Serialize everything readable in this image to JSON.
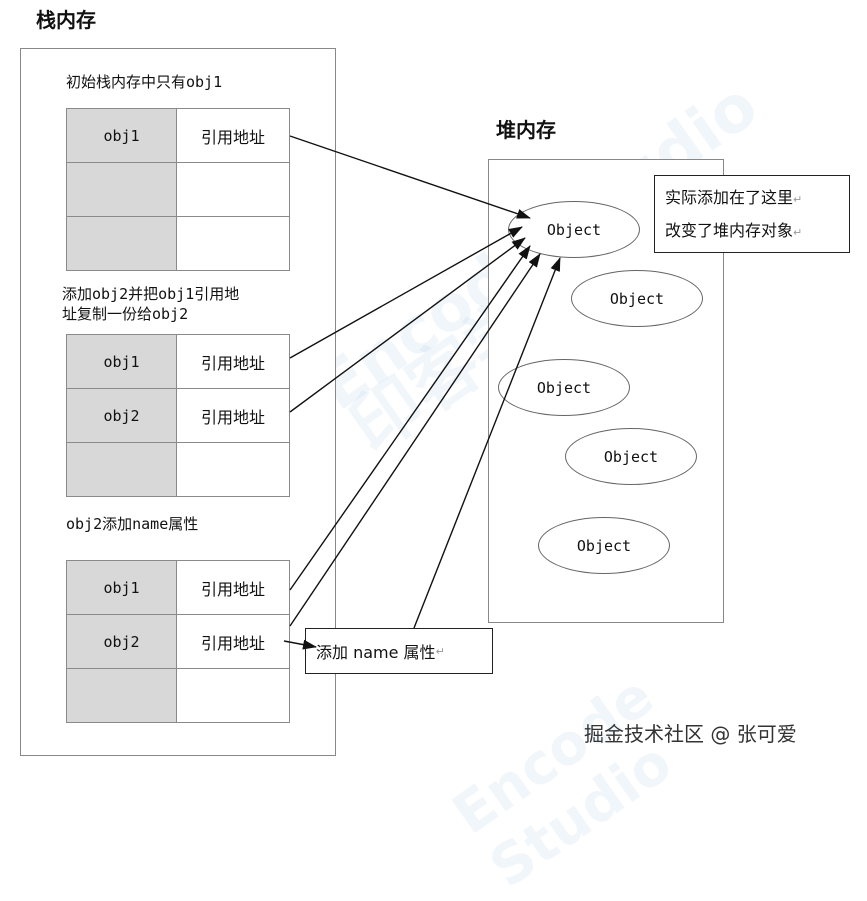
{
  "stack": {
    "title": "栈内存",
    "sections": [
      {
        "caption_lines": [
          "初始栈内存中只有obj1"
        ],
        "rows": [
          {
            "key": "obj1",
            "value": "引用地址"
          },
          {
            "key": "",
            "value": ""
          },
          {
            "key": "",
            "value": ""
          }
        ]
      },
      {
        "caption_lines": [
          "添加obj2并把obj1引用地",
          "址复制一份给obj2"
        ],
        "rows": [
          {
            "key": "obj1",
            "value": "引用地址"
          },
          {
            "key": "obj2",
            "value": "引用地址"
          },
          {
            "key": "",
            "value": ""
          }
        ]
      },
      {
        "caption_lines": [
          "obj2添加name属性"
        ],
        "rows": [
          {
            "key": "obj1",
            "value": "引用地址"
          },
          {
            "key": "obj2",
            "value": "引用地址"
          },
          {
            "key": "",
            "value": ""
          }
        ]
      }
    ]
  },
  "heap": {
    "title": "堆内存",
    "objects": [
      "Object",
      "Object",
      "Object",
      "Object",
      "Object"
    ]
  },
  "notes": {
    "heap_note_lines": [
      "实际添加在了这里",
      "改变了堆内存对象"
    ],
    "name_note": "添加 name 属性",
    "return_mark": "↵"
  },
  "watermark": {
    "text_1": "Encode Studio",
    "text_2": "印客学院"
  },
  "footer": {
    "credit": "掘金技术社区 @ 张可爱"
  }
}
